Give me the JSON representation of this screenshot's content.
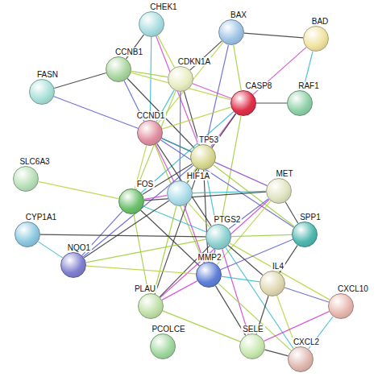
{
  "diagram": {
    "nodes": [
      {
        "text": [
          "CHEK1"
        ]
      },
      {
        "text": [
          "BAX"
        ]
      },
      {
        "text": [
          "BAD"
        ]
      },
      {
        "text": [
          "CCNB1"
        ]
      },
      {
        "text": [
          "CDKN1A"
        ]
      },
      {
        "text": [
          "FASN"
        ]
      },
      {
        "text": [
          "CASP8"
        ]
      },
      {
        "text": [
          "RAF1"
        ]
      },
      {
        "text": [
          "CCND1"
        ]
      },
      {
        "text": [
          "TP53"
        ]
      },
      {
        "text": [
          "SLC6A3"
        ]
      },
      {
        "text": [
          "FOS"
        ]
      },
      {
        "text": [
          "HIF1A"
        ]
      },
      {
        "text": [
          "MET"
        ]
      },
      {
        "text": [
          "CYP1A1"
        ]
      },
      {
        "text": [
          "PTGS2"
        ]
      },
      {
        "text": [
          "SPP1"
        ]
      },
      {
        "text": [
          "NQO1"
        ]
      },
      {
        "text": [
          "MMP2"
        ]
      },
      {
        "text": [
          "IL4"
        ]
      },
      {
        "text": [
          "CXCL10"
        ]
      },
      {
        "text": [
          "PLAU"
        ]
      },
      {
        "text": [
          "SELE"
        ]
      },
      {
        "text": [
          "CXCL2"
        ]
      },
      {
        "text": [
          "PCOLCE"
        ]
      }
    ],
    "edges": [
      {
        "from": 0,
        "to": 3,
        "arrow": "none"
      },
      {
        "from": 0,
        "to": 4,
        "arrow": "none"
      },
      {
        "from": 0,
        "to": 9,
        "arrow": "none"
      },
      {
        "from": 0,
        "to": 8,
        "arrow": "none"
      },
      {
        "from": 1,
        "to": 4,
        "arrow": "none"
      },
      {
        "from": 1,
        "to": 6,
        "arrow": "none"
      },
      {
        "from": 1,
        "to": 9,
        "arrow": "none"
      },
      {
        "from": 1,
        "to": 2,
        "arrow": "none"
      },
      {
        "from": 1,
        "to": 8,
        "arrow": "none"
      },
      {
        "from": 2,
        "to": 6,
        "arrow": "none"
      },
      {
        "from": 2,
        "to": 7,
        "arrow": "none"
      },
      {
        "from": 3,
        "to": 5,
        "arrow": "none"
      },
      {
        "from": 3,
        "to": 4,
        "arrow": "none"
      },
      {
        "from": 3,
        "to": 8,
        "arrow": "none"
      },
      {
        "from": 3,
        "to": 9,
        "arrow": "none"
      },
      {
        "from": 3,
        "to": 6,
        "arrow": "none"
      },
      {
        "from": 4,
        "to": 6,
        "arrow": "none"
      },
      {
        "from": 4,
        "to": 8,
        "arrow": "none"
      },
      {
        "from": 4,
        "to": 9,
        "arrow": "none"
      },
      {
        "from": 4,
        "to": 11,
        "arrow": "none"
      },
      {
        "from": 4,
        "to": 12,
        "arrow": "none"
      },
      {
        "from": 6,
        "to": 7,
        "arrow": "none"
      },
      {
        "from": 6,
        "to": 8,
        "arrow": "none"
      },
      {
        "from": 6,
        "to": 9,
        "arrow": "none"
      },
      {
        "from": 6,
        "to": 11,
        "arrow": "none"
      },
      {
        "from": 6,
        "to": 12,
        "arrow": "none"
      },
      {
        "from": 6,
        "to": 15,
        "arrow": "none"
      },
      {
        "from": 5,
        "to": 8,
        "arrow": "none"
      },
      {
        "from": 8,
        "to": 9,
        "arrow": "none"
      },
      {
        "from": 8,
        "to": 11,
        "arrow": "none"
      },
      {
        "from": 8,
        "to": 12,
        "arrow": "none"
      },
      {
        "from": 8,
        "to": 13,
        "arrow": "none"
      },
      {
        "from": 8,
        "to": 15,
        "arrow": "none"
      },
      {
        "from": 8,
        "to": 18,
        "arrow": "none"
      },
      {
        "from": 8,
        "to": 16,
        "arrow": "none"
      },
      {
        "from": 9,
        "to": 11,
        "arrow": "none"
      },
      {
        "from": 9,
        "to": 12,
        "arrow": "none"
      },
      {
        "from": 9,
        "to": 13,
        "arrow": "none"
      },
      {
        "from": 9,
        "to": 15,
        "arrow": "none"
      },
      {
        "from": 9,
        "to": 18,
        "arrow": "none"
      },
      {
        "from": 9,
        "to": 16,
        "arrow": "none"
      },
      {
        "from": 9,
        "to": 17,
        "arrow": "none"
      },
      {
        "from": 9,
        "to": 21,
        "arrow": "none"
      },
      {
        "from": 10,
        "to": 11,
        "arrow": "none"
      },
      {
        "from": 11,
        "to": 12,
        "arrow": "none"
      },
      {
        "from": 11,
        "to": 15,
        "arrow": "none"
      },
      {
        "from": 11,
        "to": 18,
        "arrow": "none"
      },
      {
        "from": 11,
        "to": 21,
        "arrow": "none"
      },
      {
        "from": 11,
        "to": 17,
        "arrow": "none"
      },
      {
        "from": 11,
        "to": 13,
        "arrow": "none"
      },
      {
        "from": 12,
        "to": 15,
        "arrow": "none"
      },
      {
        "from": 12,
        "to": 18,
        "arrow": "none"
      },
      {
        "from": 12,
        "to": 13,
        "arrow": "none"
      },
      {
        "from": 12,
        "to": 17,
        "arrow": "none"
      },
      {
        "from": 12,
        "to": 21,
        "arrow": "none"
      },
      {
        "from": 13,
        "to": 15,
        "arrow": "none"
      },
      {
        "from": 13,
        "to": 16,
        "arrow": "none"
      },
      {
        "from": 13,
        "to": 18,
        "arrow": "none"
      },
      {
        "from": 13,
        "to": 21,
        "arrow": "none"
      },
      {
        "from": 14,
        "to": 17,
        "arrow": "none"
      },
      {
        "from": 14,
        "to": 15,
        "arrow": "none"
      },
      {
        "from": 15,
        "to": 16,
        "arrow": "none"
      },
      {
        "from": 15,
        "to": 18,
        "arrow": "none"
      },
      {
        "from": 15,
        "to": 19,
        "arrow": "none"
      },
      {
        "from": 15,
        "to": 20,
        "arrow": "none"
      },
      {
        "from": 15,
        "to": 22,
        "arrow": "none"
      },
      {
        "from": 15,
        "to": 23,
        "arrow": "none"
      },
      {
        "from": 15,
        "to": 21,
        "arrow": "none"
      },
      {
        "from": 15,
        "to": 17,
        "arrow": "none"
      },
      {
        "from": 16,
        "to": 18,
        "arrow": "none"
      },
      {
        "from": 16,
        "to": 19,
        "arrow": "none"
      },
      {
        "from": 17,
        "to": 18,
        "arrow": "none"
      },
      {
        "from": 18,
        "to": 21,
        "arrow": "none"
      },
      {
        "from": 18,
        "to": 19,
        "arrow": "none"
      },
      {
        "from": 18,
        "to": 22,
        "arrow": "none"
      },
      {
        "from": 18,
        "to": 23,
        "arrow": "none"
      },
      {
        "from": 19,
        "to": 20,
        "arrow": "none"
      },
      {
        "from": 19,
        "to": 22,
        "arrow": "none"
      },
      {
        "from": 19,
        "to": 23,
        "arrow": "none"
      },
      {
        "from": 20,
        "to": 22,
        "arrow": "none"
      },
      {
        "from": 20,
        "to": 23,
        "arrow": "none"
      },
      {
        "from": 22,
        "to": 23,
        "arrow": "none"
      },
      {
        "from": 22,
        "to": 21,
        "arrow": "none"
      }
    ]
  }
}
